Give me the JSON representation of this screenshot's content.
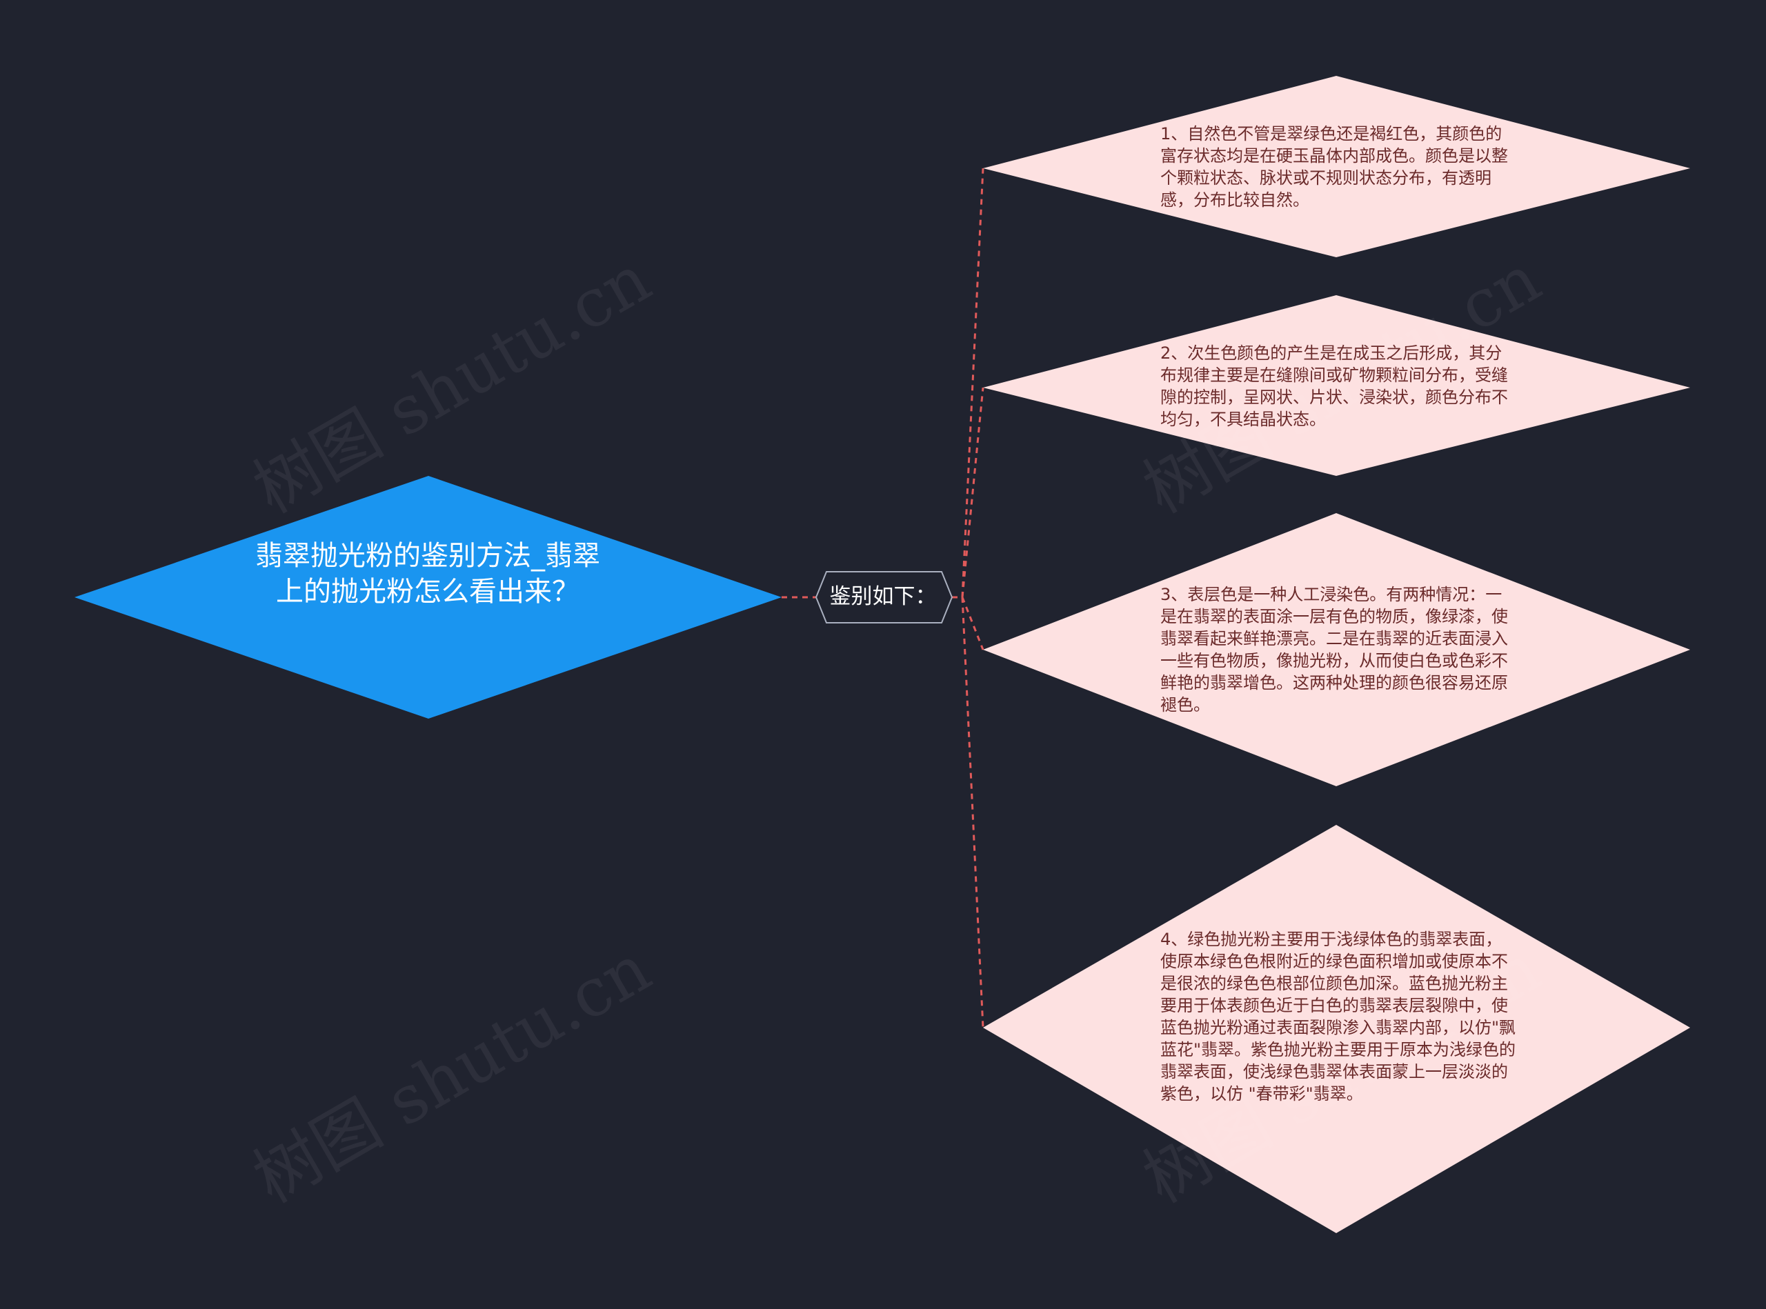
{
  "watermark": "树图 shutu.cn",
  "colors": {
    "background": "#20232f",
    "root_fill": "#1a95f0",
    "mid_fill": "#20232f",
    "mid_stroke": "#aab0c0",
    "leaf_fill": "#fde1e1",
    "connector": "#e05a5a",
    "leaf_text": "#6b2b2b"
  },
  "root": {
    "label": "翡翠抛光粉的鉴别方法_翡翠上的抛光粉怎么看出来？"
  },
  "middle": {
    "label": "鉴别如下："
  },
  "leaves": [
    {
      "label": "1、自然色不管是翠绿色还是褐红色，其颜色的富存状态均是在硬玉晶体内部成色。颜色是以整个颗粒状态、脉状或不规则状态分布，有透明感，分布比较自然。"
    },
    {
      "label": "2、次生色颜色的产生是在成玉之后形成，其分布规律主要是在缝隙间或矿物颗粒间分布，受缝隙的控制，呈网状、片状、浸染状，颜色分布不均匀，不具结晶状态。"
    },
    {
      "label": "3、表层色是一种人工浸染色。有两种情况：一是在翡翠的表面涂一层有色的物质，像绿漆，使翡翠看起来鲜艳漂亮。二是在翡翠的近表面浸入一些有色物质，像抛光粉，从而使白色或色彩不鲜艳的翡翠增色。这两种处理的颜色很容易还原褪色。"
    },
    {
      "label": "4、绿色抛光粉主要用于浅绿体色的翡翠表面，使原本绿色色根附近的绿色面积增加或使原本不是很浓的绿色色根部位颜色加深。蓝色抛光粉主要用于体表颜色近于白色的翡翠表层裂隙中，使蓝色抛光粉通过表面裂隙渗入翡翠内部，以仿\"飘蓝花\"翡翠。紫色抛光粉主要用于原本为浅绿色的翡翠表面，使浅绿色翡翠体表面蒙上一层淡淡的紫色，以仿 \"春带彩\"翡翠。"
    }
  ]
}
